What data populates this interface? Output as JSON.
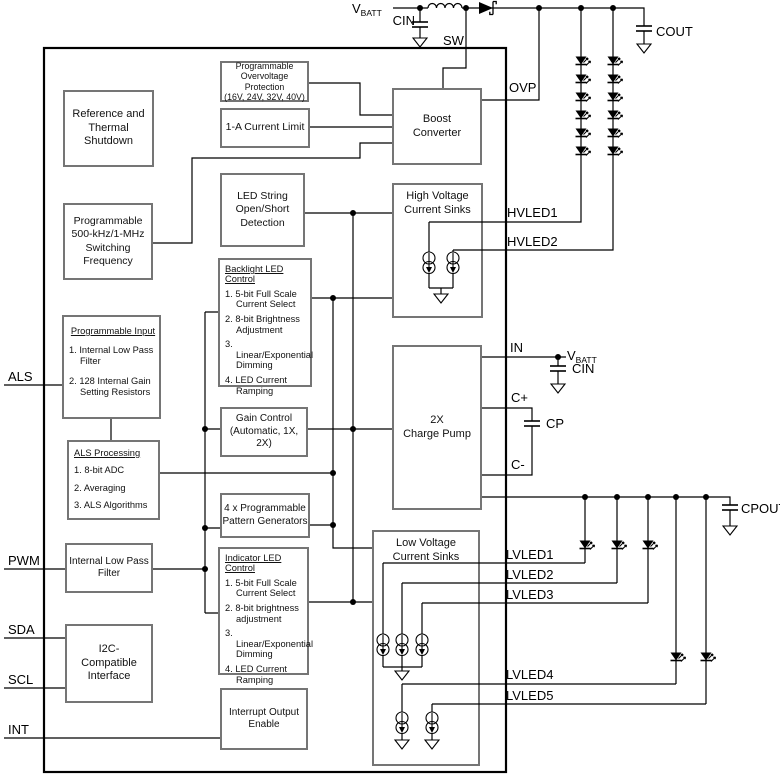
{
  "pins": {
    "vbatt_v": "V",
    "vbatt_sub": "BATT",
    "cin": "CIN",
    "sw": "SW",
    "cout": "COUT",
    "ovp": "OVP",
    "hvled1": "HVLED1",
    "hvled2": "HVLED2",
    "in": "IN",
    "cplus": "C+",
    "cminus": "C-",
    "cp": "CP",
    "cpout": "CPOUT",
    "lvled1": "LVLED1",
    "lvled2": "LVLED2",
    "lvled3": "LVLED3",
    "lvled4": "LVLED4",
    "lvled5": "LVLED5",
    "als": "ALS",
    "pwm": "PWM",
    "sda": "SDA",
    "scl": "SCL",
    "int": "INT"
  },
  "blocks": {
    "ref": "Reference and\nThermal\nShutdown",
    "ovp_prot": "Programmable\nOvervoltage\nProtection\n(16V, 24V, 32V, 40V)",
    "ilimit": "1-A Current Limit",
    "boost": "Boost\nConverter",
    "led_detect": "LED String\nOpen/Short\nDetection",
    "hv_sinks": "High Voltage\nCurrent Sinks",
    "sw_freq": "Programmable\n500-kHz/1-MHz\nSwitching\nFrequency",
    "backlight": {
      "title": "Backlight LED Control",
      "items": [
        "1. 5-bit Full Scale Current Select",
        "2. 8-bit Brightness Adjustment",
        "3. Linear/Exponential Dimming",
        "4. LED Current Ramping"
      ]
    },
    "prog_input": {
      "title": "Programmable Input",
      "items": [
        "1. Internal Low Pass Filter",
        "2. 128 Internal Gain Setting Resistors"
      ]
    },
    "als_proc": {
      "title": "ALS Processing",
      "items": [
        "1. 8-bit ADC",
        "2. Averaging",
        "3. ALS Algorithms"
      ]
    },
    "gain": "Gain Control\n(Automatic, 1X, 2X)",
    "charge_pump": "2X\nCharge Pump",
    "pattern": "4 x Programmable\nPattern Generators",
    "indicator": {
      "title": "Indicator LED Control",
      "items": [
        "1. 5-bit Full Scale Current Select",
        "2. 8-bit brightness adjustment",
        "3. Linear/Exponential Dimming",
        "4. LED Current Ramping"
      ]
    },
    "lpf": "Internal Low Pass\nFilter",
    "i2c": "I2C-\nCompatible\nInterface",
    "int_en": "Interrupt Output\nEnable",
    "lv_sinks": "Low Voltage\nCurrent Sinks"
  }
}
